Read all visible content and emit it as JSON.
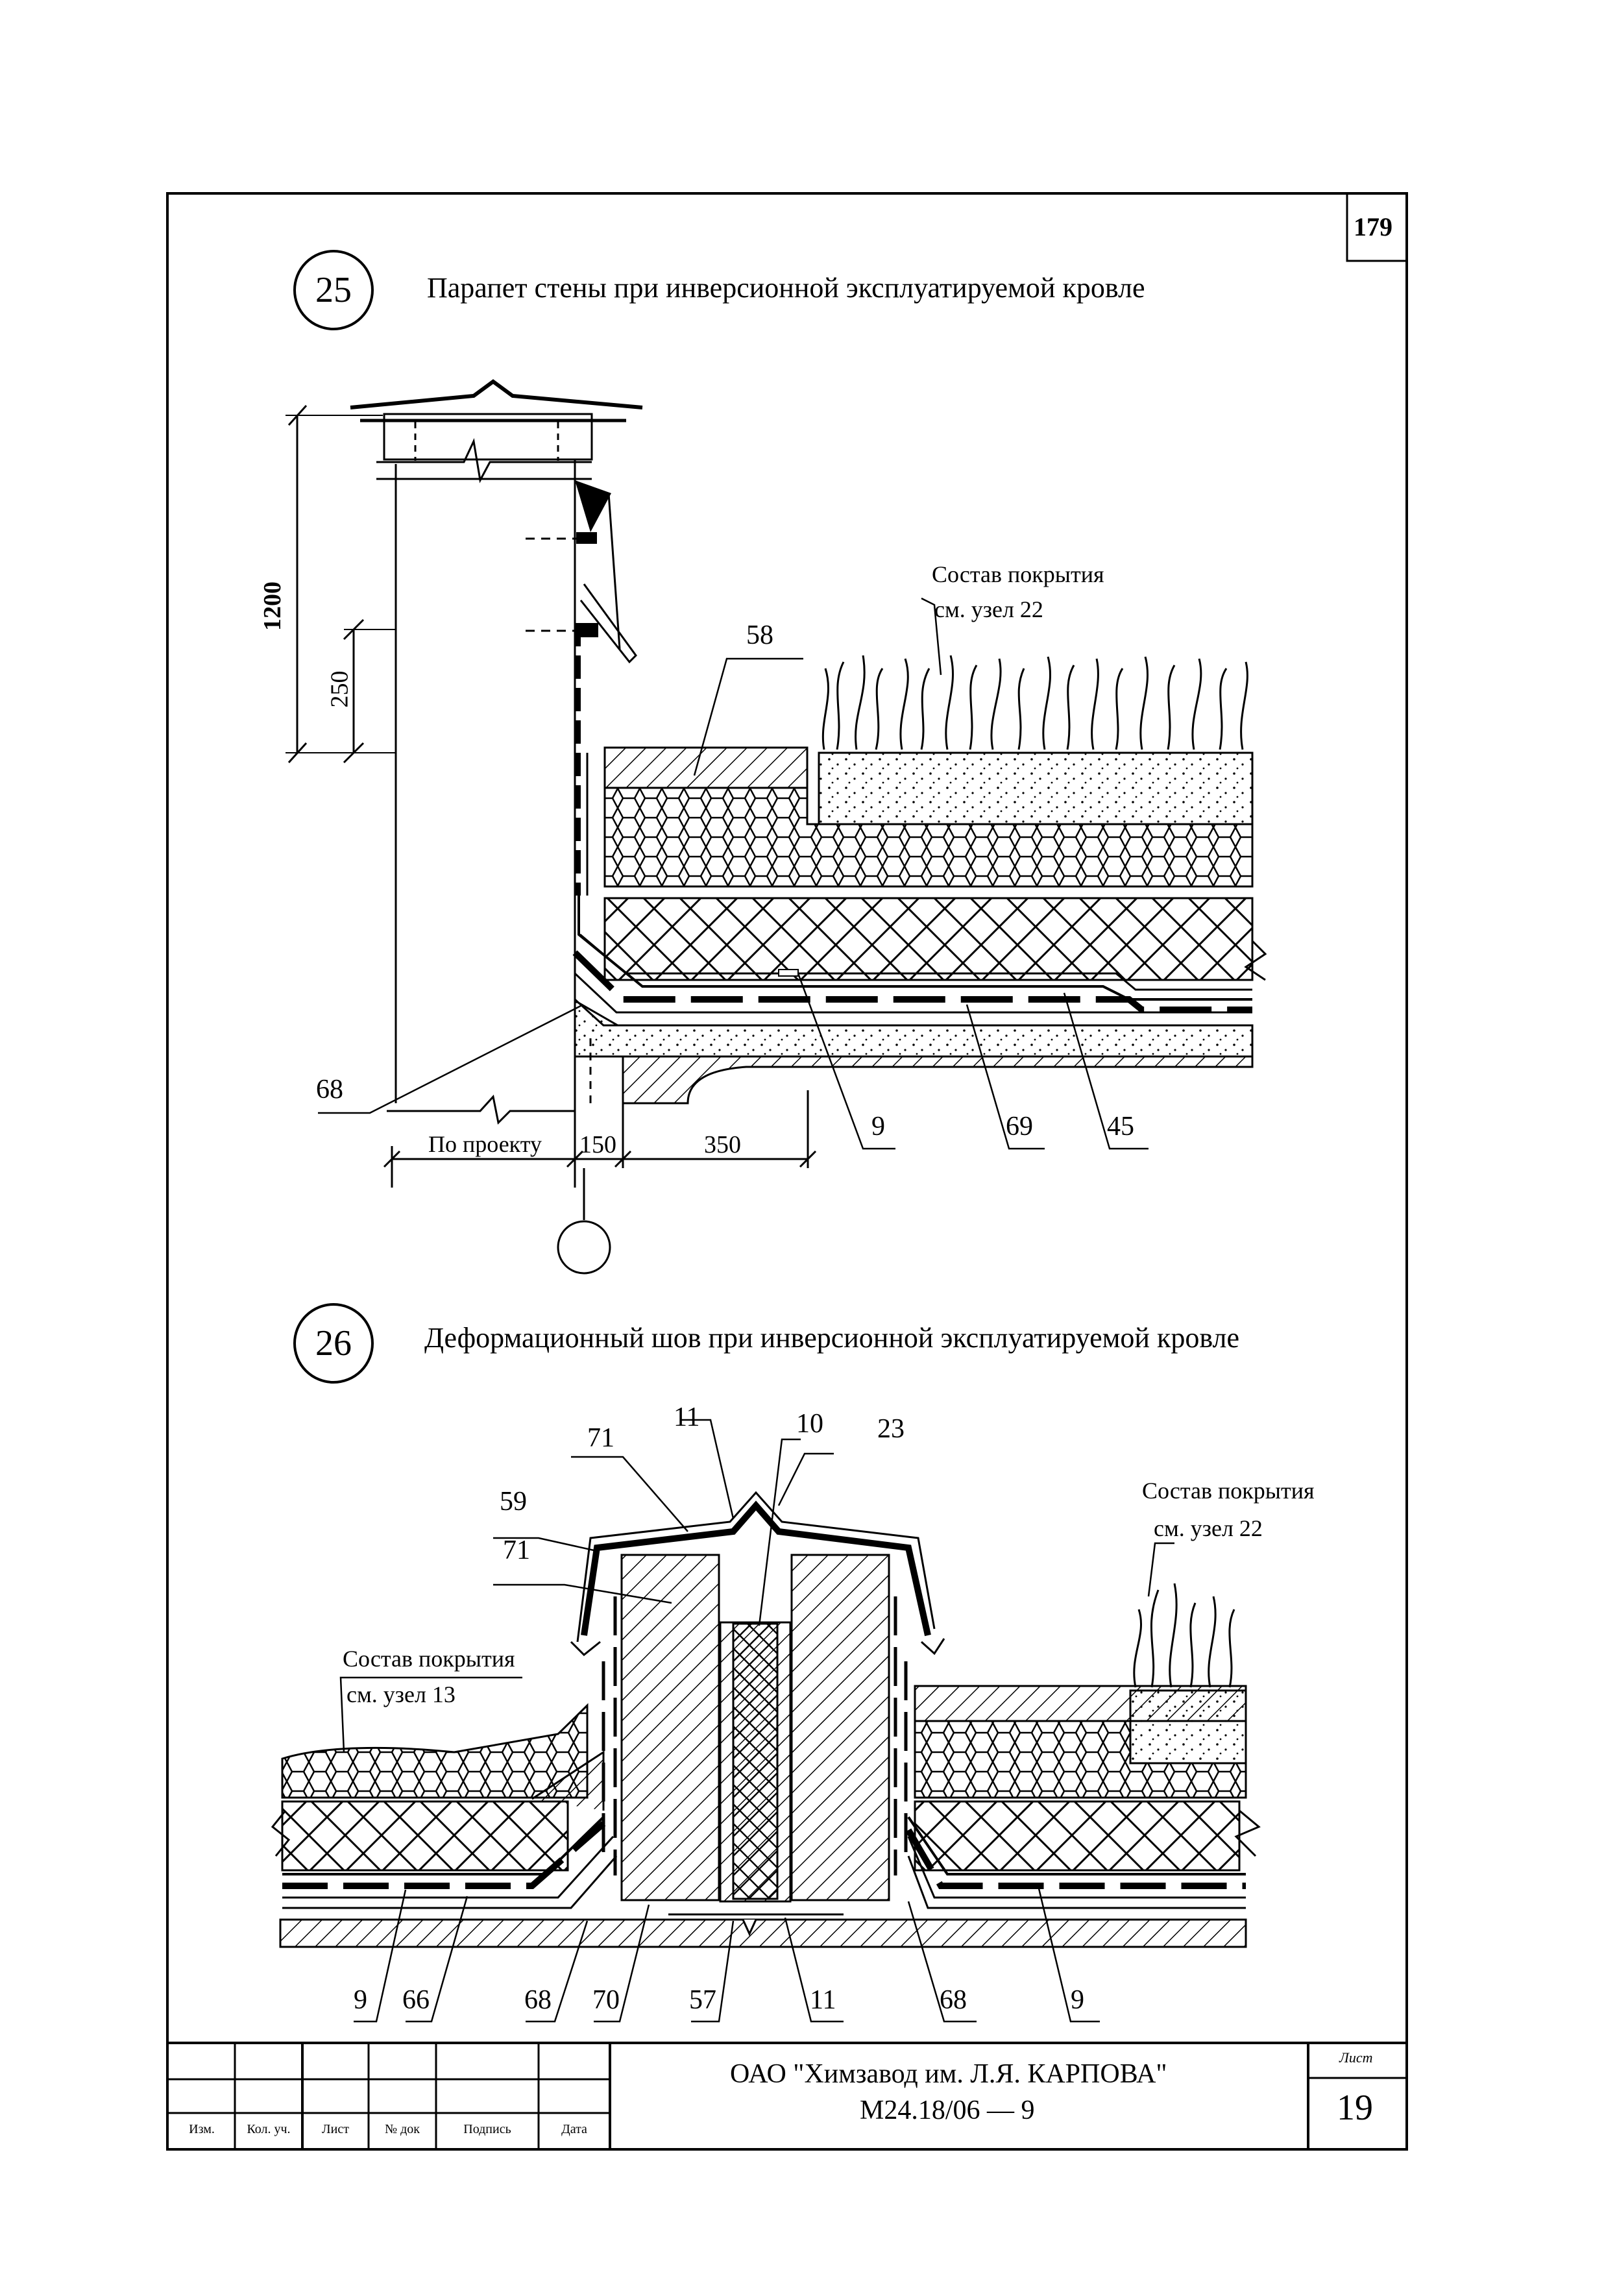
{
  "page_number": "179",
  "node25": {
    "number": "25",
    "title": "Парапет стены при инверсионной эксплуатируемой кровле",
    "dims": {
      "total_height": "1200",
      "upturn_height": "250",
      "wall": "По проекту",
      "gap": "150",
      "strip": "350"
    },
    "covering_note": {
      "line1": "Состав покрытия",
      "line2": "см. узел 22"
    },
    "callouts": [
      "58",
      "68",
      "9",
      "69",
      "45"
    ]
  },
  "node26": {
    "number": "26",
    "title": "Деформационный шов при инверсионной эксплуатируемой кровле",
    "covering_note_right": {
      "line1": "Состав покрытия",
      "line2": "см. узел 22"
    },
    "covering_note_left": {
      "line1": "Состав покрытия",
      "line2": "см. узел 13"
    },
    "callouts_top": [
      "71",
      "11",
      "10",
      "23",
      "59",
      "71"
    ],
    "callouts_bottom": [
      "9",
      "66",
      "68",
      "70",
      "57",
      "11",
      "68",
      "9"
    ]
  },
  "title_block": {
    "org": "ОАО \"Химзавод им. Л.Я. КАРПОВА\"",
    "code": "М24.18/06 — 9",
    "sheet_label": "Лист",
    "sheet": "19",
    "cols": [
      "Изм.",
      "Кол. уч.",
      "Лист",
      "№ док",
      "Подпись",
      "Дата"
    ]
  }
}
